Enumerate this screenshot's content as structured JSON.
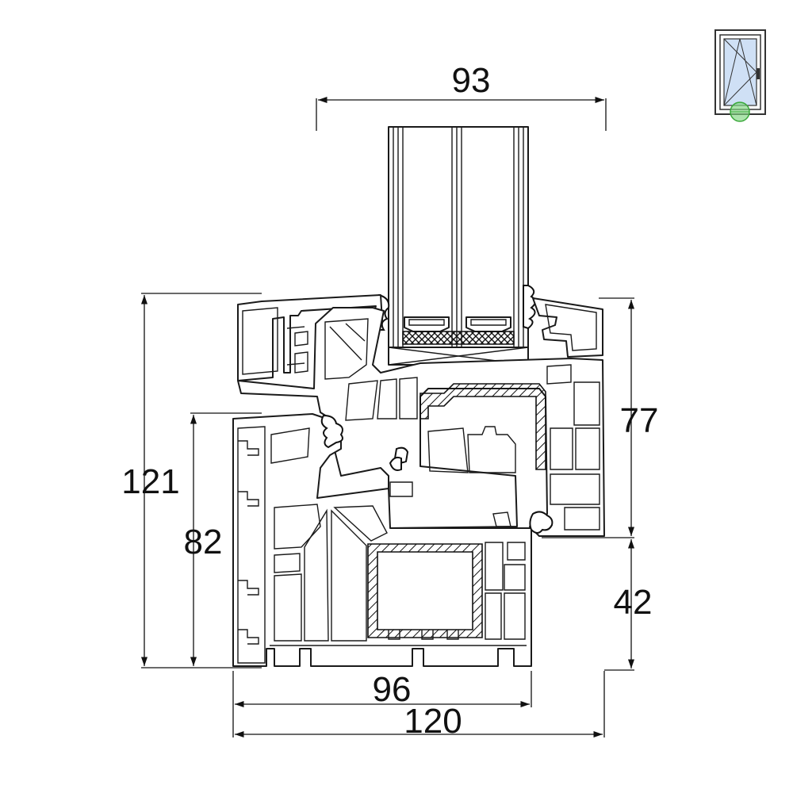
{
  "dimensions": {
    "glazing_depth": "93",
    "overall_height": "121",
    "frame_height": "82",
    "sash_height": "77",
    "frame_bottom_height": "42",
    "frame_depth": "96",
    "overall_depth": "120"
  },
  "colors": {
    "line": "#1a1a1a",
    "thumbnail_glass": "#cfe0f5",
    "thumbnail_marker": "#7fd67f"
  },
  "thumbnail": {
    "icon": "window-tilt-turn-icon",
    "marker": "section-marker-icon"
  }
}
